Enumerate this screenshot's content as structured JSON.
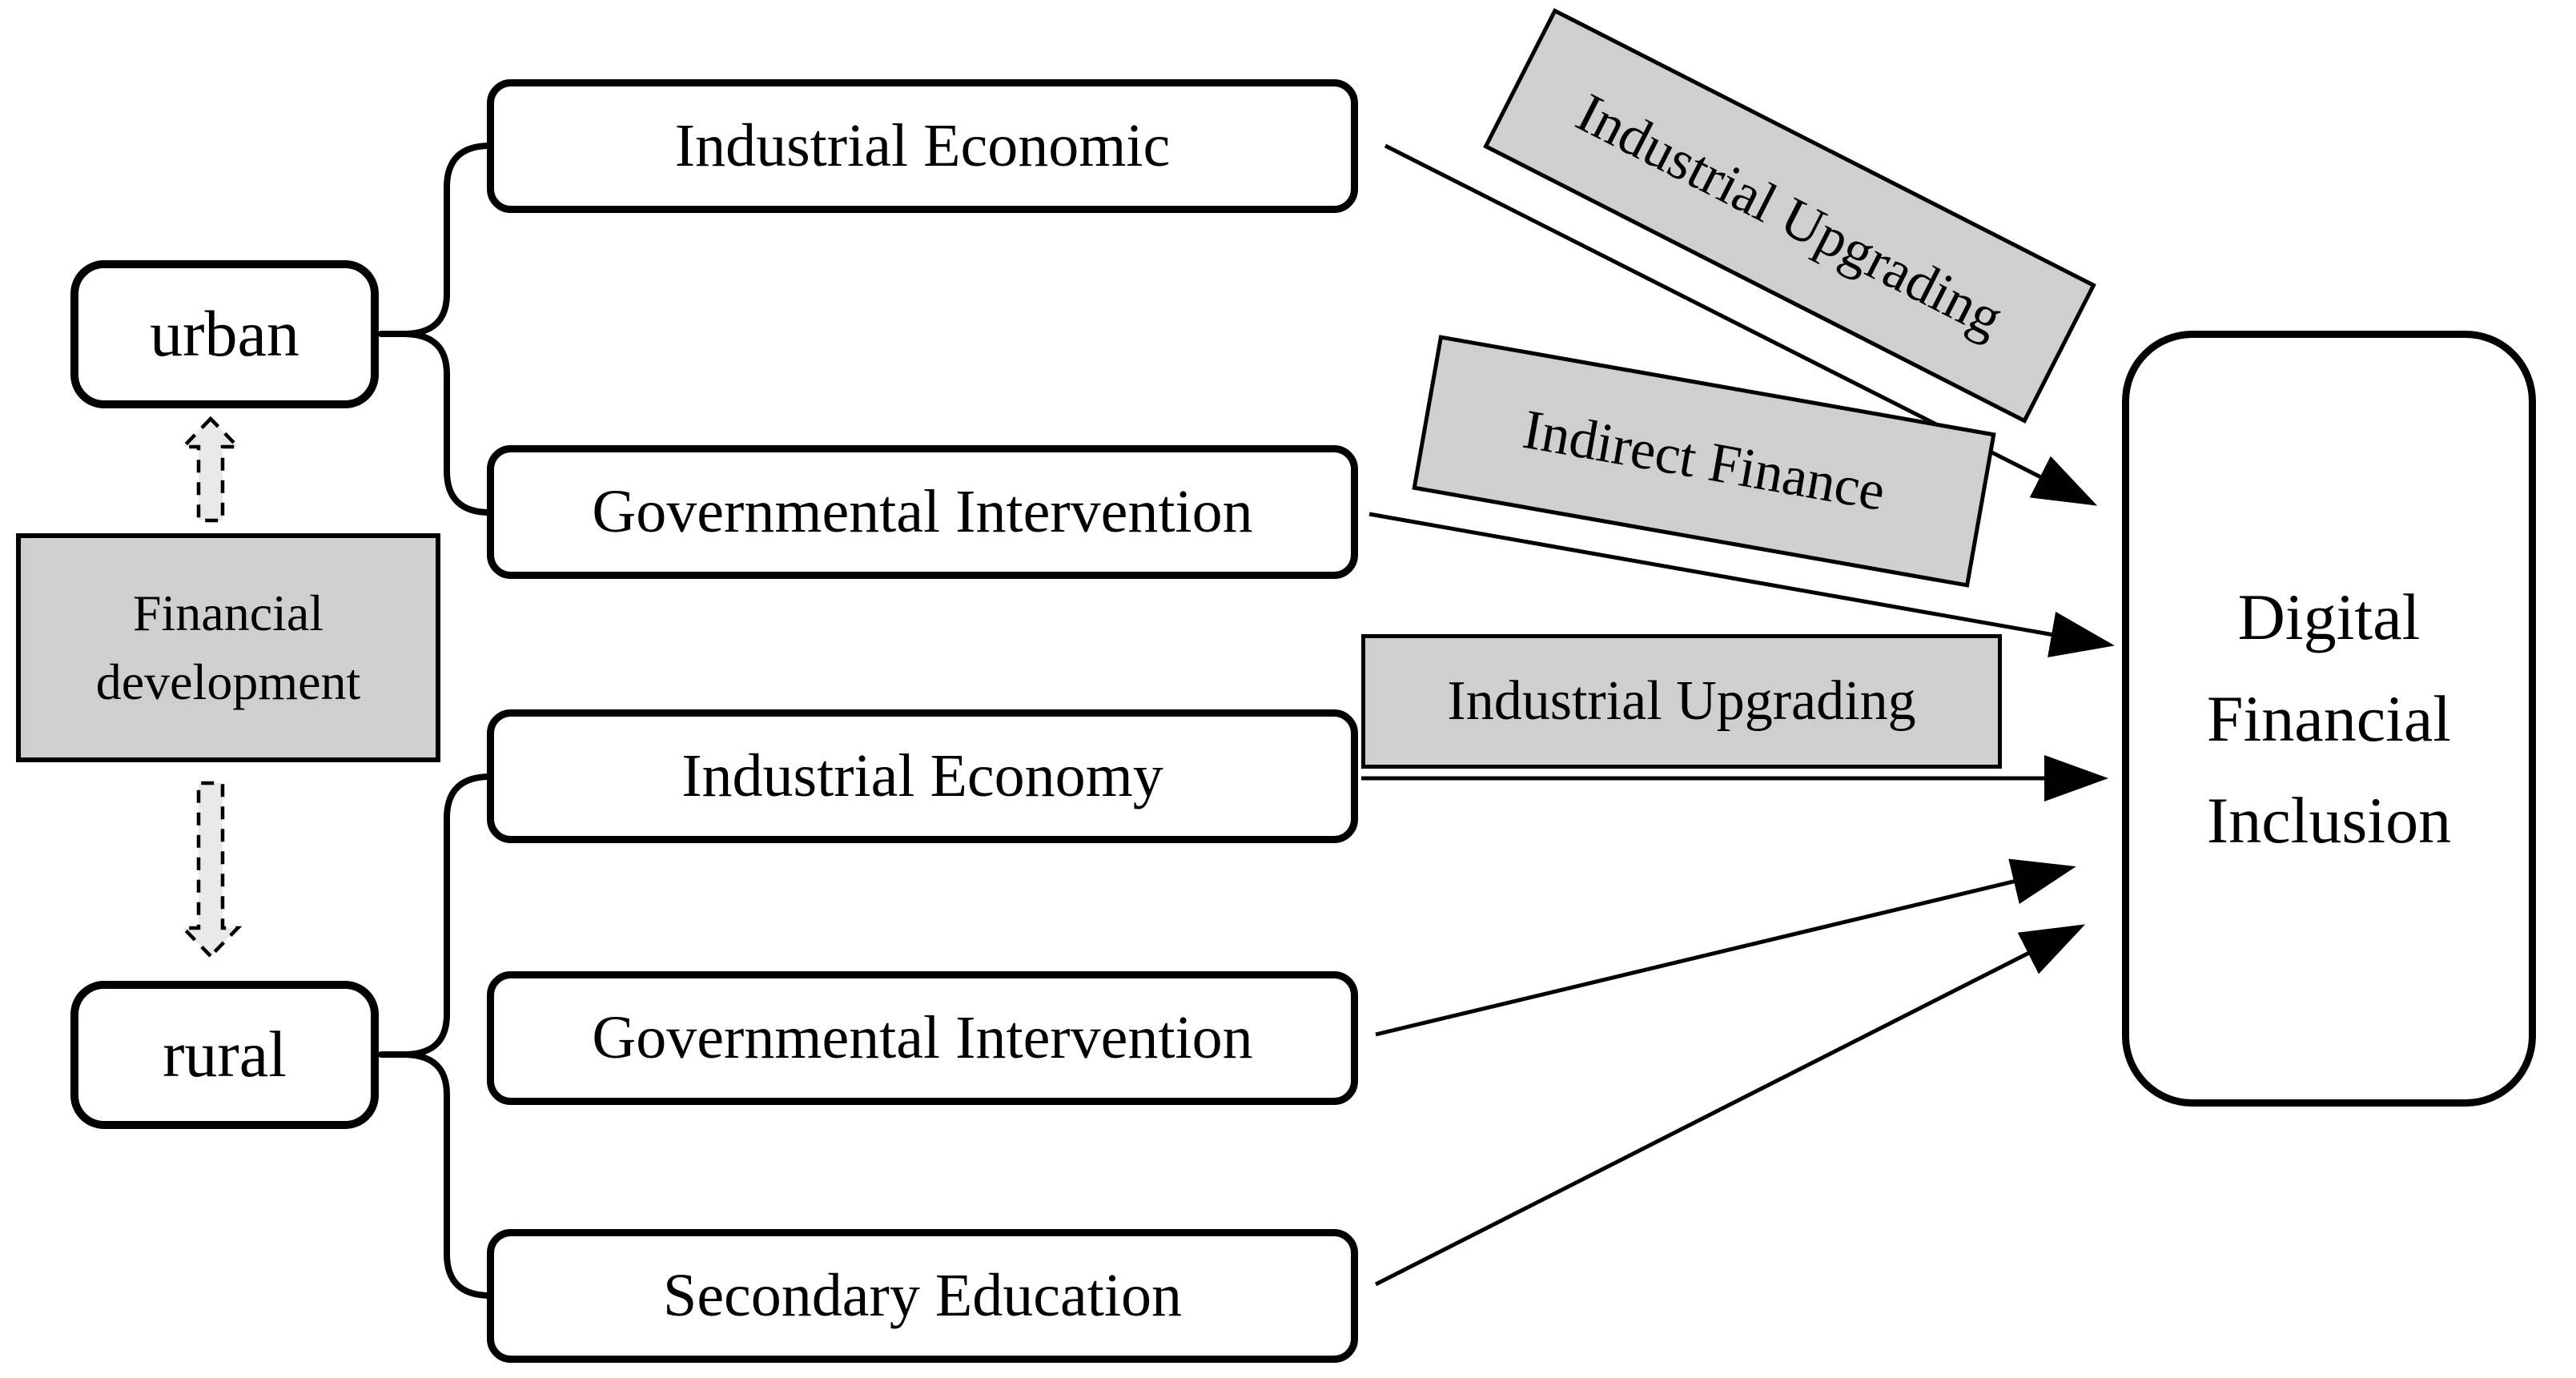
{
  "left": {
    "urban": "urban",
    "financial_development": "Financial development",
    "rural": "rural"
  },
  "urban_factors": [
    {
      "label": "Industrial Economic"
    },
    {
      "label": "Governmental Intervention"
    }
  ],
  "rural_factors": [
    {
      "label": "Industrial Economy"
    },
    {
      "label": "Governmental Intervention"
    },
    {
      "label": "Secondary Education"
    }
  ],
  "mediators": [
    {
      "label": "Industrial Upgrading"
    },
    {
      "label": "Indirect Finance"
    },
    {
      "label": "Industrial Upgrading"
    }
  ],
  "outcome": {
    "label": "Digital Financial Inclusion"
  },
  "colors": {
    "box_gray": "#cfcfcf",
    "dashed_arrow_gray": "#e9e9e9",
    "line": "#000000"
  }
}
